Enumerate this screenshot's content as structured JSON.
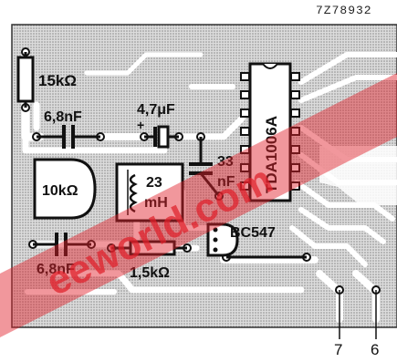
{
  "drawing_code": "7Z78932",
  "components": {
    "r_15k": "15kΩ",
    "c_6n8_top": "6,8nF",
    "c_4u7": "4,7μF",
    "c_33n": "33",
    "c_33n_unit": "nF",
    "pot_10k": "10kΩ",
    "inductor_value": "23",
    "inductor_unit": "mH",
    "ic": "TDA1006A",
    "transistor": "BC547",
    "c_6n8_bottom": "6,8nF",
    "r_1k5": "1,5kΩ",
    "polarity_plus": "+"
  },
  "pins": {
    "pin_7": "7",
    "pin_6": "6"
  },
  "watermark": "eeworld.com",
  "colors": {
    "board": "#d9d9d9",
    "traces": "#ffffff",
    "ink": "#111111",
    "watermark_red": "#e0202a"
  }
}
